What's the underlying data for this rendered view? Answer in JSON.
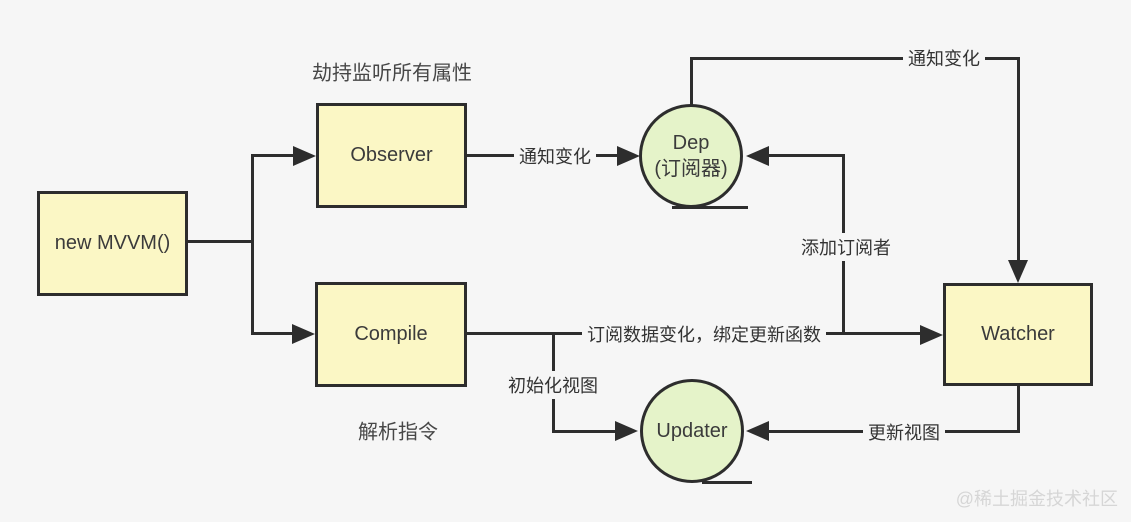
{
  "diagram": {
    "nodes": {
      "new_mvvm": {
        "label": "new MVVM()"
      },
      "observer": {
        "label": "Observer"
      },
      "compile": {
        "label": "Compile"
      },
      "watcher": {
        "label": "Watcher"
      },
      "dep": {
        "label": "Dep",
        "sublabel": "(订阅器)"
      },
      "updater": {
        "label": "Updater"
      }
    },
    "annotations": {
      "observer_note": "劫持监听所有属性",
      "compile_note": "解析指令"
    },
    "edge_labels": {
      "observer_to_dep": "通知变化",
      "dep_to_watcher": "通知变化",
      "watcher_to_dep": "添加订阅者",
      "compile_to_watcher": "订阅数据变化，绑定更新函数",
      "compile_to_updater": "初始化视图",
      "watcher_to_updater": "更新视图"
    },
    "watermark": "@稀土掘金技术社区",
    "colors": {
      "box_fill": "#fbf7c5",
      "circle_fill": "#e5f3c9",
      "stroke": "#2d2d2d",
      "background": "#f6f6f6",
      "watermark_color": "#d6d6d6",
      "text": "#3b3b3b"
    }
  }
}
